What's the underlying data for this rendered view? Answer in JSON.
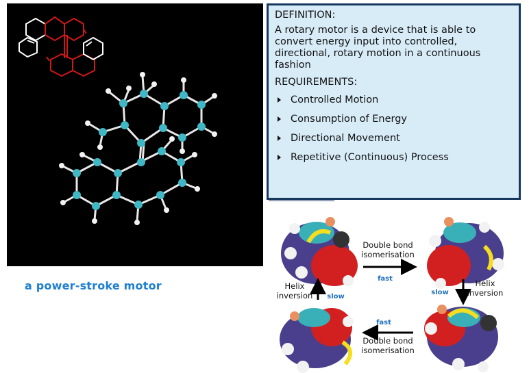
{
  "definition": {
    "title": "DEFINITION:",
    "text": "A rotary motor is a device that is able to convert energy input into controlled, directional, rotary motion in a continuous fashion"
  },
  "requirements": {
    "title": "REQUIREMENTS:",
    "items": [
      "Controlled Motion",
      "Consumption of Energy",
      "Directional Movement",
      "Repetitive (Continuous) Process"
    ]
  },
  "caption": "a power-stroke motor",
  "cycle": {
    "top": {
      "line1": "Double bond",
      "line2": "isomerisation",
      "speed": "fast"
    },
    "right": {
      "line1": "Helix",
      "line2": "inversion",
      "speed": "slow"
    },
    "bottom": {
      "line1": "Double bond",
      "line2": "isomerisation",
      "speed": "fast"
    },
    "left": {
      "line1": "Helix",
      "line2": "inversion",
      "speed": "slow"
    }
  },
  "colors": {
    "box_bg": "#d8ecf8",
    "box_border": "#17375e",
    "caption": "#1f7fd0",
    "speed_label": "#1f6fc0",
    "skeleton_red": "#d01818",
    "atom_cyan": "#3fb7c4"
  }
}
